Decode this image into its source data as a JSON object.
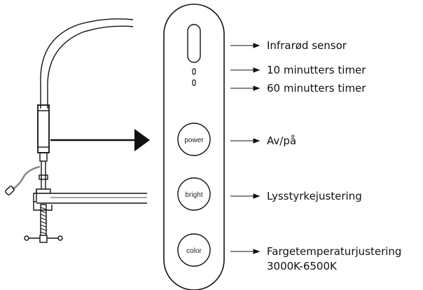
{
  "colors": {
    "ink": "#111111",
    "background": "#ffffff",
    "wire": "#8a8a8a"
  },
  "panel": {
    "buttons": {
      "power": "power",
      "bright": "bright",
      "color": "color"
    }
  },
  "callouts": {
    "sensor": "Infrarød sensor",
    "timer10": "10 minutters timer",
    "timer60": "60 minutters timer",
    "power": "Av/på",
    "brightness": "Lysstyrkejustering",
    "color_line1": "Fargetemperaturjustering",
    "color_line2": "3000K-6500K"
  }
}
